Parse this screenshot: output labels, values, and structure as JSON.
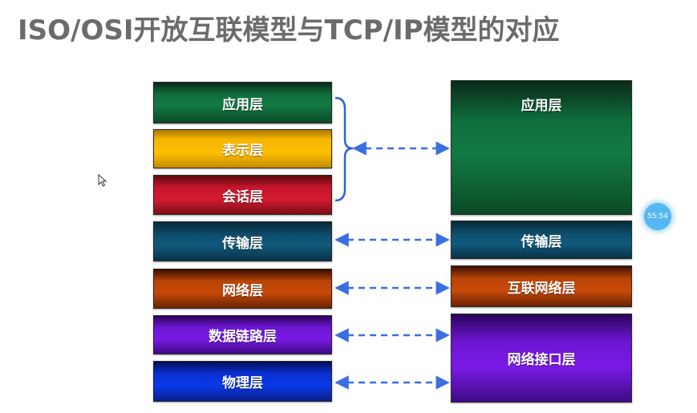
{
  "title": "ISO/OSI开放互联模型与TCP/IP模型的对应",
  "osi_layers": {
    "application": "应用层",
    "presentation": "表示层",
    "session": "会话层",
    "transport": "传输层",
    "network": "网络层",
    "datalink": "数据链路层",
    "physical": "物理层"
  },
  "tcpip_layers": {
    "application": "应用层",
    "transport": "传输层",
    "internet": "互联网络层",
    "network_interface": "网络接口层"
  },
  "overlay": {
    "timer": "55:54"
  },
  "colors": {
    "title": "#6b6b6b",
    "arrow": "#3b6fe0",
    "brace": "#2f62d8",
    "application_green": "#127a42",
    "presentation_yellow": "#ffbf00",
    "session_red": "#d61a2f",
    "transport_teal": "#105a7d",
    "network_orange": "#c94a08",
    "datalink_purple": "#7a1ae6",
    "physical_blue": "#0b39ea"
  }
}
